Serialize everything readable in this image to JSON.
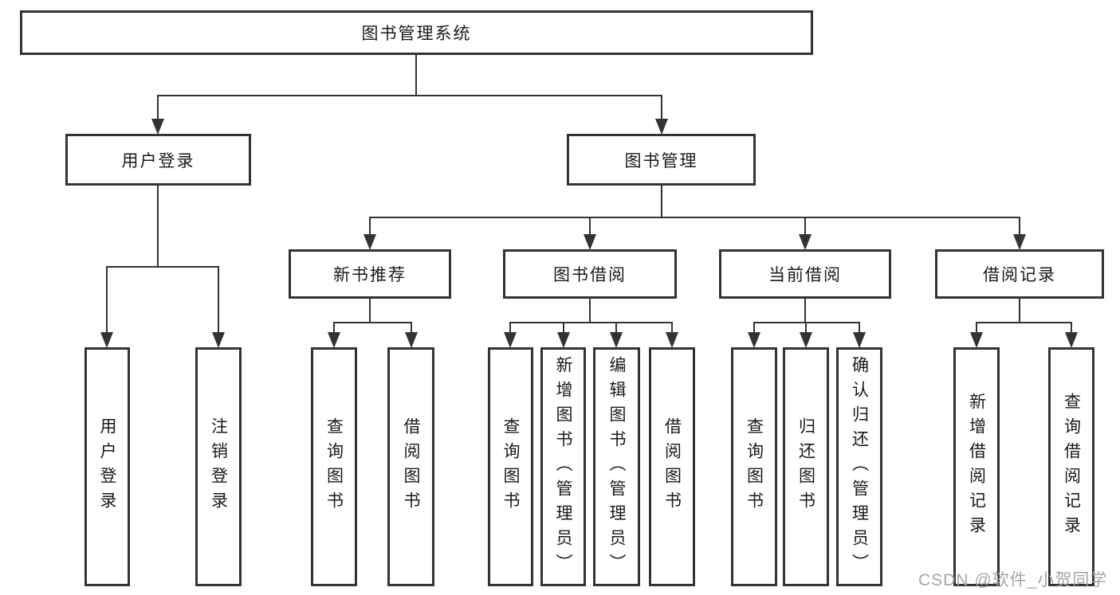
{
  "diagram": {
    "nodes": {
      "root": "图书管理系统",
      "user_login": "用户登录",
      "book_mgmt": "图书管理",
      "new_book_rec": "新书推荐",
      "book_borrow": "图书借阅",
      "current_borrow": "当前借阅",
      "borrow_records": "借阅记录",
      "leaf_user_login": "用户登录",
      "leaf_logout": "注销登录",
      "leaf_nbr_query": "查询图书",
      "leaf_nbr_borrow": "借阅图书",
      "leaf_bb_query": "查询图书",
      "leaf_bb_add": "新增图书（管理员）",
      "leaf_bb_edit": "编辑图书（管理员）",
      "leaf_bb_borrow": "借阅图书",
      "leaf_cb_query": "查询图书",
      "leaf_cb_return": "归还图书",
      "leaf_cb_confirm": "确认归还（管理员）",
      "leaf_br_add": "新增借阅记录",
      "leaf_br_query": "查询借阅记录"
    },
    "hierarchy": {
      "图书管理系统": {
        "用户登录": [
          "用户登录",
          "注销登录"
        ],
        "图书管理": {
          "新书推荐": [
            "查询图书",
            "借阅图书"
          ],
          "图书借阅": [
            "查询图书",
            "新增图书（管理员）",
            "编辑图书（管理员）",
            "借阅图书"
          ],
          "当前借阅": [
            "查询图书",
            "归还图书",
            "确认归还（管理员）"
          ],
          "借阅记录": [
            "新增借阅记录",
            "查询借阅记录"
          ]
        }
      }
    },
    "colors": {
      "border": "#333333",
      "line": "#333333",
      "text": "#1a1a1a",
      "background": "#ffffff",
      "watermark": "#a5a5aa"
    }
  },
  "watermark": "CSDN @软件_小贺同学"
}
